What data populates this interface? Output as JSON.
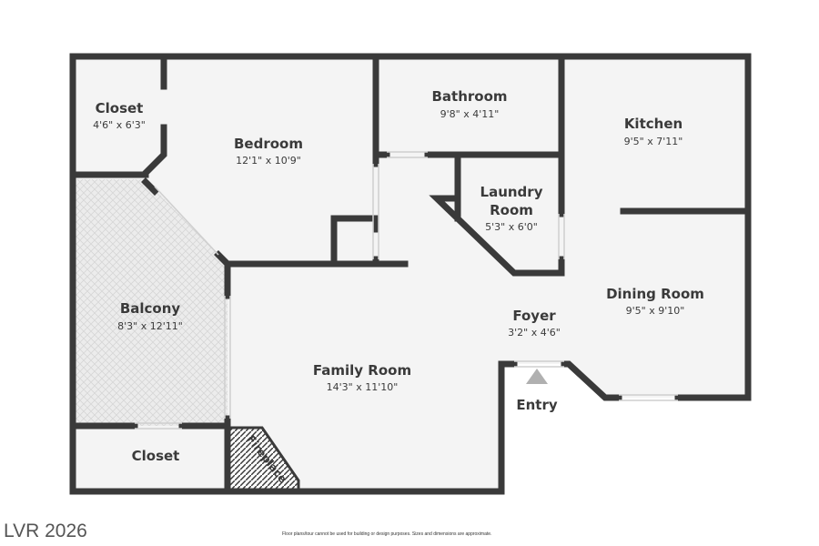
{
  "rooms": [
    {
      "name": "Closet",
      "dim": "4'6\" x 6'3\""
    },
    {
      "name": "Bedroom",
      "dim": "12'1\" x 10'9\""
    },
    {
      "name": "Bathroom",
      "dim": "9'8\" x 4'11\""
    },
    {
      "name": "Kitchen",
      "dim": "9'5\" x 7'11\""
    },
    {
      "name": "Laundry",
      "name2": "Room",
      "dim": "5'3\" x 6'0\""
    },
    {
      "name": "Balcony",
      "dim": "8'3\" x 12'11\""
    },
    {
      "name": "Dining Room",
      "dim": "9'5\" x 9'10\""
    },
    {
      "name": "Foyer",
      "dim": "3'2\" x 4'6\""
    },
    {
      "name": "Family Room",
      "dim": "14'3\" x 11'10\""
    },
    {
      "name": "Closet"
    },
    {
      "name": "Fireplace"
    },
    {
      "name": "Entry"
    }
  ],
  "disclaimer": "Floor plans/tour cannot be used for building or design purposes. Sizes and dimensions are approximate.",
  "watermark": "LVR 2026",
  "colors": {
    "wall": "#3a3a3a",
    "floor": "#f4f4f4",
    "window": "#ffffff",
    "entry_marker": "#b0b0b0"
  }
}
